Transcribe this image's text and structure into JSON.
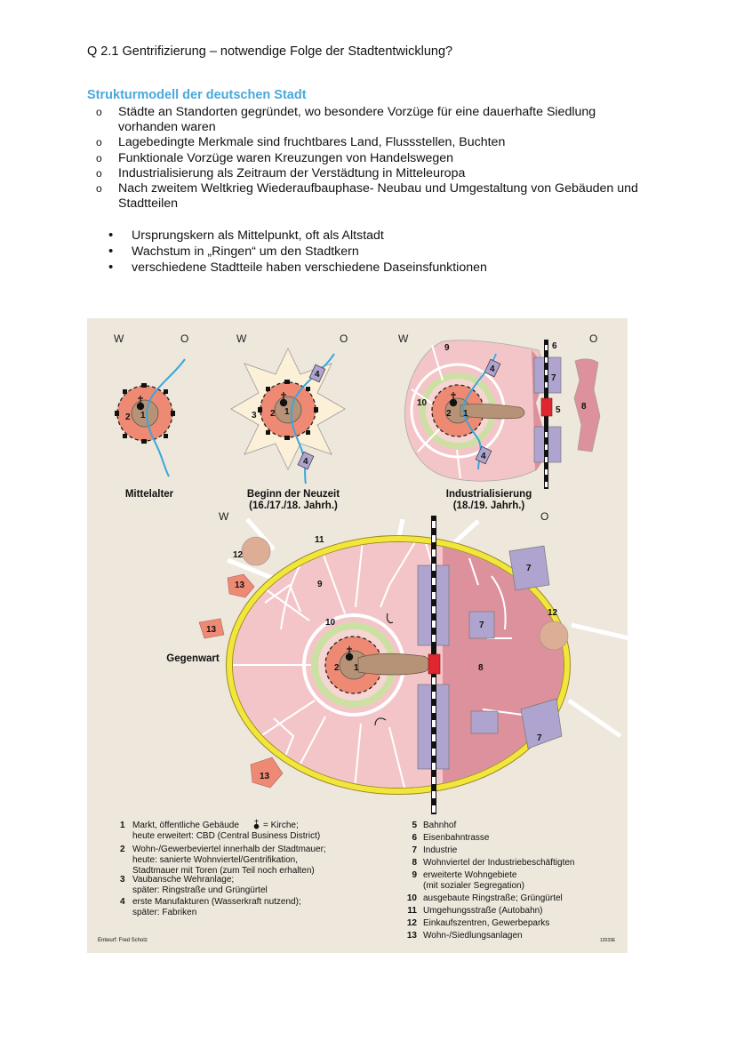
{
  "title": "Q 2.1  Gentrifizierung – notwendige Folge der Stadtentwicklung?",
  "section_heading": "Strukturmodell der deutschen Stadt",
  "circle_points": [
    "Städte an Standorten gegründet, wo besondere Vorzüge für eine dauerhafte Siedlung vorhanden waren",
    "Lagebedingte Merkmale sind fruchtbares Land, Flussstellen, Buchten",
    "Funktionale Vorzüge waren Kreuzungen von Handelswegen",
    "Industrialisierung als Zeitraum der Verstädtung in Mitteleuropa",
    "Nach zweitem Weltkrieg Wiederaufbauphase- Neubau und Umgestaltung von Gebäuden und Stadtteilen"
  ],
  "bullet_points": [
    "Ursprungskern als Mittelpunkt, oft als Altstadt",
    "Wachstum in „Ringen“ um den Stadtkern",
    "verschiedene Stadtteile haben verschiedene Daseinsfunktionen"
  ],
  "figure": {
    "colors": {
      "background": "#ede7dc",
      "core": "#b69377",
      "old_town": "#ee8a73",
      "green_belt": "#cde0a3",
      "residential": "#f4c5c8",
      "industrial_residential": "#dc919d",
      "industry": "#aea4cf",
      "ring_road": "#f2e63a",
      "station": "#e0262f",
      "river": "#3aa6dc",
      "shopping": "#dcae96"
    },
    "directions": {
      "west": "W",
      "east": "O"
    },
    "stages": {
      "medieval": {
        "line1": "Mittelalter"
      },
      "early_modern": {
        "line1": "Beginn der Neuzeit",
        "line2": "(16./17./18. Jahrh.)"
      },
      "industrial": {
        "line1": "Industrialisierung",
        "line2": "(18./19. Jahrh.)"
      },
      "present": {
        "line1": "Gegenwart"
      }
    },
    "numbers": {
      "n1": "1",
      "n2": "2",
      "n3": "3",
      "n4": "4",
      "n5": "5",
      "n6": "6",
      "n7": "7",
      "n8": "8",
      "n9": "9",
      "n10": "10",
      "n11": "11",
      "n12": "12",
      "n13": "13"
    },
    "legend_left": [
      {
        "num": "1",
        "line1": "Markt, öffentliche Gebäude",
        "line1b": "= Kirche;",
        "line2": "heute erweitert: CBD (Central Business District)"
      },
      {
        "num": "2",
        "line1": "Wohn-/Gewerbeviertel innerhalb der Stadtmauer;",
        "line2": "heute: sanierte Wohnviertel/Gentrifikation,",
        "line3": "Stadtmauer mit Toren (zum Teil noch erhalten)"
      },
      {
        "num": "3",
        "line1": "Vaubansche Wehranlage;",
        "line2": "später: Ringstraße und Grüngürtel"
      },
      {
        "num": "4",
        "line1": "erste Manufakturen (Wasserkraft nutzend);",
        "line2": "später: Fabriken"
      }
    ],
    "legend_right": [
      {
        "num": "5",
        "line1": "Bahnhof"
      },
      {
        "num": "6",
        "line1": "Eisenbahntrasse"
      },
      {
        "num": "7",
        "line1": "Industrie"
      },
      {
        "num": "8",
        "line1": "Wohnviertel der Industriebeschäftigten"
      },
      {
        "num": "9",
        "line1": "erweiterte Wohngebiete",
        "line2": "(mit sozialer Segregation)"
      },
      {
        "num": "10",
        "line1": "ausgebaute Ringstraße; Grüngürtel"
      },
      {
        "num": "11",
        "line1": "Umgehungsstraße (Autobahn)"
      },
      {
        "num": "12",
        "line1": "Einkaufszentren, Gewerbeparks"
      },
      {
        "num": "13",
        "line1": "Wohn-/Siedlungsanlagen"
      }
    ],
    "credit": "Entwurf: Fred Scholz",
    "code": "12033E"
  }
}
